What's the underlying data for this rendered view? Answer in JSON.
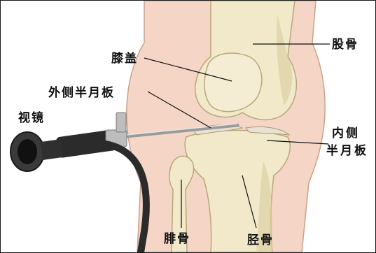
{
  "labels": {
    "femur": "股骨",
    "patella": "膝盖",
    "lateral_meniscus": "外侧半月板",
    "endoscope": "视镜",
    "medial_meniscus_line1": "内侧",
    "medial_meniscus_line2": "半月板",
    "fibula": "腓骨",
    "tibia": "胫骨"
  },
  "colors": {
    "bone": "#f1e9c9",
    "bone_shadow": "#d9cc9d",
    "skin": "#f5d6c6",
    "meniscus": "#e9e1d2",
    "scope_dark": "#2b2b2b",
    "leader": "#111111"
  }
}
